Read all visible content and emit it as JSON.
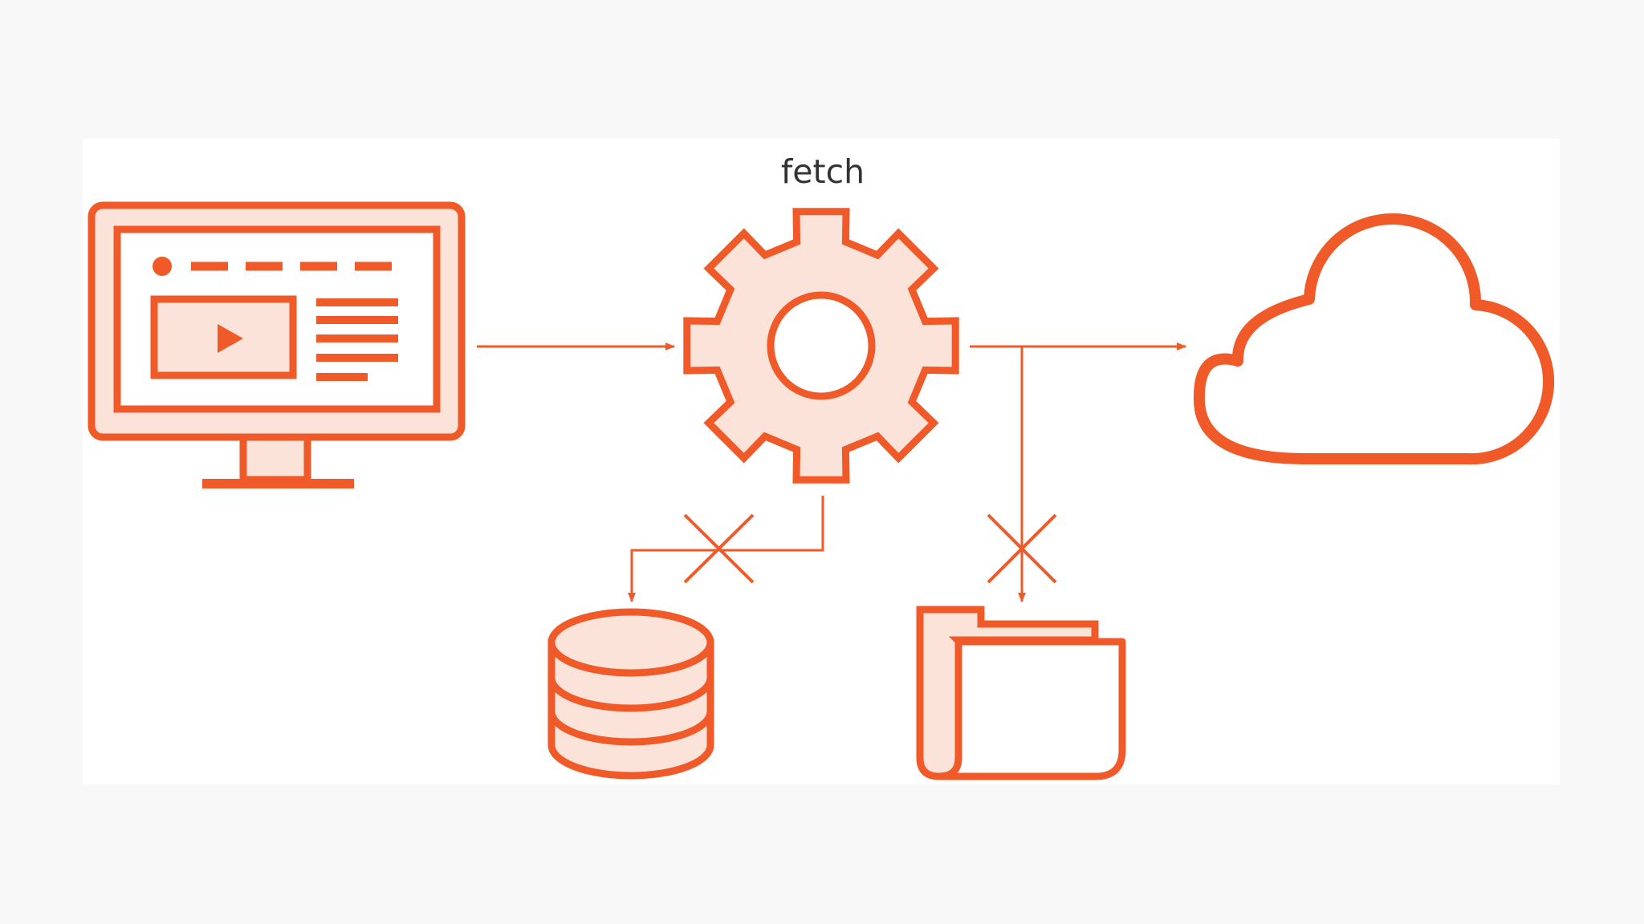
{
  "labels": {
    "fetch": "fetch"
  },
  "nodes": {
    "monitor": {
      "icon": "monitor-video-page-icon"
    },
    "gear": {
      "icon": "gear-icon"
    },
    "cloud": {
      "icon": "cloud-icon"
    },
    "database": {
      "icon": "database-icon"
    },
    "folder": {
      "icon": "folder-icon"
    }
  },
  "edges": [
    {
      "from": "monitor",
      "to": "gear",
      "blocked": false
    },
    {
      "from": "gear",
      "to": "cloud",
      "blocked": false
    },
    {
      "from": "gear",
      "to": "database",
      "blocked": true
    },
    {
      "from": "gear",
      "to": "folder",
      "blocked": true
    }
  ],
  "colors": {
    "accent": "#f05a28",
    "fill_light": "#fbe3da",
    "panel": "#ffffff",
    "background": "#f8f8f8",
    "text": "#333333"
  }
}
